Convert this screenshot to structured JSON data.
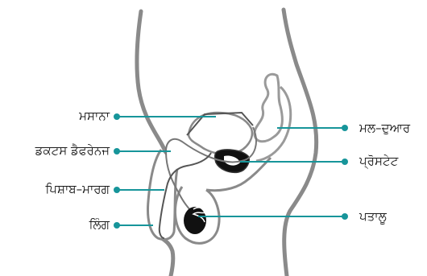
{
  "labels": {
    "bladder": "ਮਸਾਨਾ",
    "ductus_deferens": "ਡਕਟਸ ਡੈਫਰੇਨਜ",
    "urethra": "ਪਿਸ਼ਾਬ–ਮਾਰਗ",
    "penis": "ਲਿੰਗ",
    "rectum": "ਮਲ–ਦੁਆਰ",
    "prostate": "ਪ੍ਰੋਸਟੇਟ",
    "testicle": "ਪਤਾਲੂ"
  },
  "colors": {
    "leader": "#17959a",
    "outline": "#8a8a8a",
    "tissue": "#ffffff",
    "organ_dark": "#111111"
  }
}
